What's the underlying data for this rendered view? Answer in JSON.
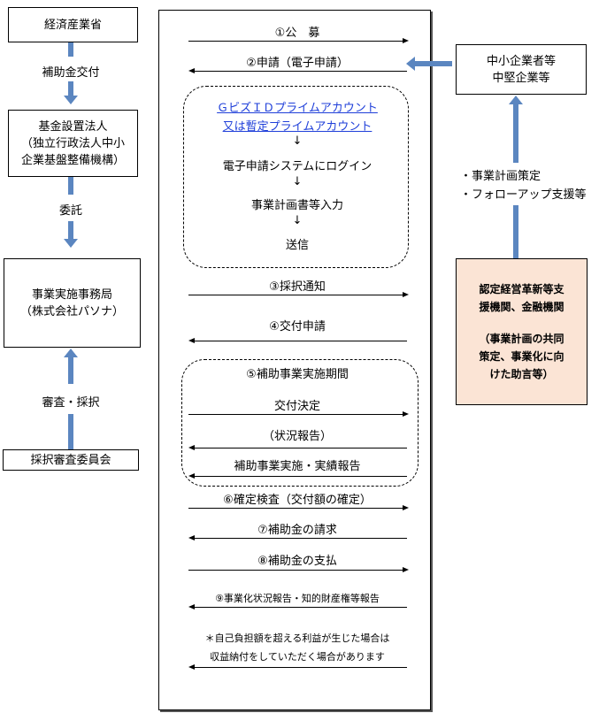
{
  "left": {
    "meti": "経済産業省",
    "arrow1": "補助金交付",
    "fund_line1": "基金設置法人",
    "fund_line2": "（独立行政法人中小",
    "fund_line3": "企業基盤整備機構）",
    "arrow2": "委託",
    "office_line1": "事業実施事務局",
    "office_line2": "（株式会社パソナ）",
    "arrow3": "審査・採択",
    "committee": "採択審査委員会"
  },
  "right": {
    "sme_line1": "中小企業者等",
    "sme_line2": "中堅企業等",
    "support_line1": "・事業計画策定",
    "support_line2": "・フォローアップ支援等",
    "org_line1": "認定経営革新等支",
    "org_line2": "援機関、金融機関",
    "org_line3": "（事業計画の共同",
    "org_line4": "策定、事業化に向",
    "org_line5": "けた助言等）"
  },
  "flow": {
    "s1": "①公　募",
    "s2": "②申請（電子申請）",
    "gbiz1": "ＧビズＩＤプライムアカウント",
    "gbiz2": "又は暫定プライムアカウント",
    "down_arrow": "↓",
    "login": "電子申請システムにログイン",
    "input": "事業計画書等入力",
    "send": "送信",
    "s3": "③採択通知",
    "s4": "④交付申請",
    "s5": "⑤補助事業実施期間",
    "decision": "交付決定",
    "status": "（状況報告）",
    "report": "補助事業実施・実績報告",
    "s6": "⑥確定検査（交付額の確定）",
    "s7": "⑦補助金の請求",
    "s8": "⑧補助金の支払",
    "s9": "⑨事業化状況報告・知的財産権等報告",
    "note1": "＊自己負担額を超える利益が生じた場合は",
    "note2": "収益納付をしていただく場合があります"
  },
  "colors": {
    "arrow": "#5b86c0",
    "org_fill": "#fbe4d5",
    "link": "#1f3fd9"
  }
}
